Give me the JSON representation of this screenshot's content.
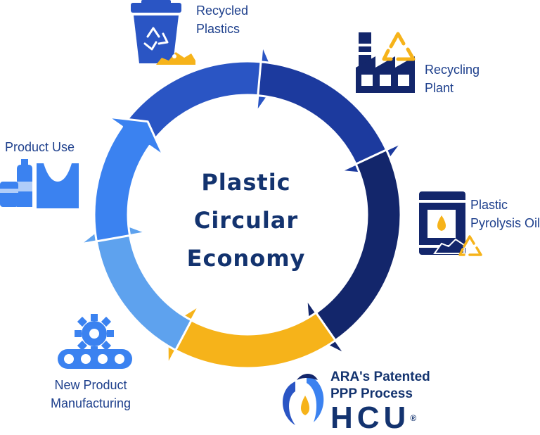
{
  "center": {
    "line1": "Plastic",
    "line2": "Circular",
    "line3": "Economy"
  },
  "stages": {
    "recycled_plastics": {
      "line1": "Recycled",
      "line2": "Plastics"
    },
    "recycling_plant": {
      "line1": "Recycling",
      "line2": "Plant"
    },
    "pyrolysis_oil": {
      "line1": "Plastic",
      "line2": "Pyrolysis Oil"
    },
    "new_product": {
      "line1": "New Product",
      "line2": "Manufacturing"
    },
    "product_use": {
      "line1": "Product Use"
    }
  },
  "hcu": {
    "line1": "ARA's Patented",
    "line2": "PPP Process",
    "logo_text": "HCU",
    "registered": "®"
  },
  "colors": {
    "segment_top": "#2a55c4",
    "segment_right_top": "#1c3a9e",
    "segment_right": "#13266b",
    "segment_bottom": "#f6b31a",
    "segment_left_bottom": "#5ea2ee",
    "segment_left_top": "#3b82f0",
    "text_dark": "#13336f",
    "accent_yellow": "#f6b31a"
  }
}
